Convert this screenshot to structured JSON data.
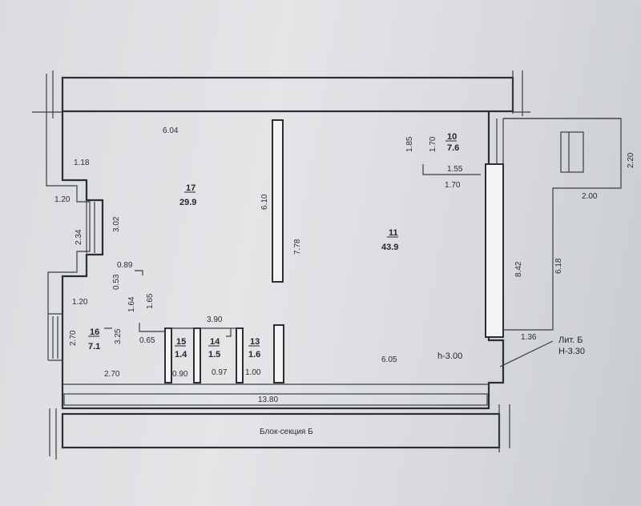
{
  "rooms": [
    {
      "id": "17",
      "area": "29.9"
    },
    {
      "id": "11",
      "area": "43.9"
    },
    {
      "id": "10",
      "area": "7.6"
    },
    {
      "id": "16",
      "area": "7.1"
    },
    {
      "id": "15",
      "area": "1.4"
    },
    {
      "id": "14",
      "area": "1.5"
    },
    {
      "id": "13",
      "area": "1.6"
    }
  ],
  "dimensions": {
    "d604": "6.04",
    "d118": "1.18",
    "d120a": "1.20",
    "d234": "2.34",
    "d302": "3.02",
    "d610": "6.10",
    "d778": "7.78",
    "d185": "1.85",
    "d170v": "1.70",
    "d155": "1.55",
    "d170h": "1.70",
    "d089": "0.89",
    "d053": "0.53",
    "d120b": "1.20",
    "d164": "1.64",
    "d165": "1.65",
    "d270v": "2.70",
    "d325": "3.25",
    "d065": "0.65",
    "d390": "3.90",
    "d270h": "2.70",
    "d090": "0.90",
    "d097": "0.97",
    "d100": "1.00",
    "d605": "6.05",
    "d1380": "13.80",
    "d842": "8.42",
    "d618": "6.18",
    "d136": "1.36",
    "d220": "2.20",
    "d200": "2.00"
  },
  "labels": {
    "height_main": "h-3.00",
    "lit": "Лит. Б",
    "height_lit": "Н-3.30",
    "section": "Блок-секция Б"
  }
}
